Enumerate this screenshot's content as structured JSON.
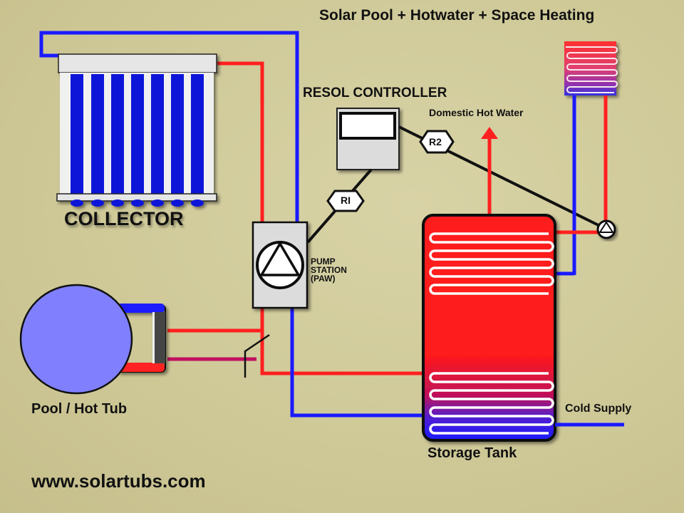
{
  "title": "Solar Pool + Hotwater + Space Heating",
  "labels": {
    "collector": "COLLECTOR",
    "controller": "RESOL CONTROLLER",
    "domestic_hot_water": "Domestic Hot Water",
    "pump_station": [
      "PUMP",
      "STATION",
      "(PAW)"
    ],
    "pool": "Pool / Hot Tub",
    "storage_tank": "Storage Tank",
    "cold_supply": "Cold Supply",
    "website": "www.solartubs.com"
  },
  "sensors": [
    {
      "id": "R1",
      "label": "RI"
    },
    {
      "id": "R2",
      "label": "R2"
    }
  ],
  "colors": {
    "hot_pipe": "#ff2020",
    "cold_pipe": "#1a1aff",
    "pool_water": "#8080ff",
    "tank_top": "#ff1a1a",
    "tank_bottom": "#2020ff",
    "background": "#cfc998"
  }
}
